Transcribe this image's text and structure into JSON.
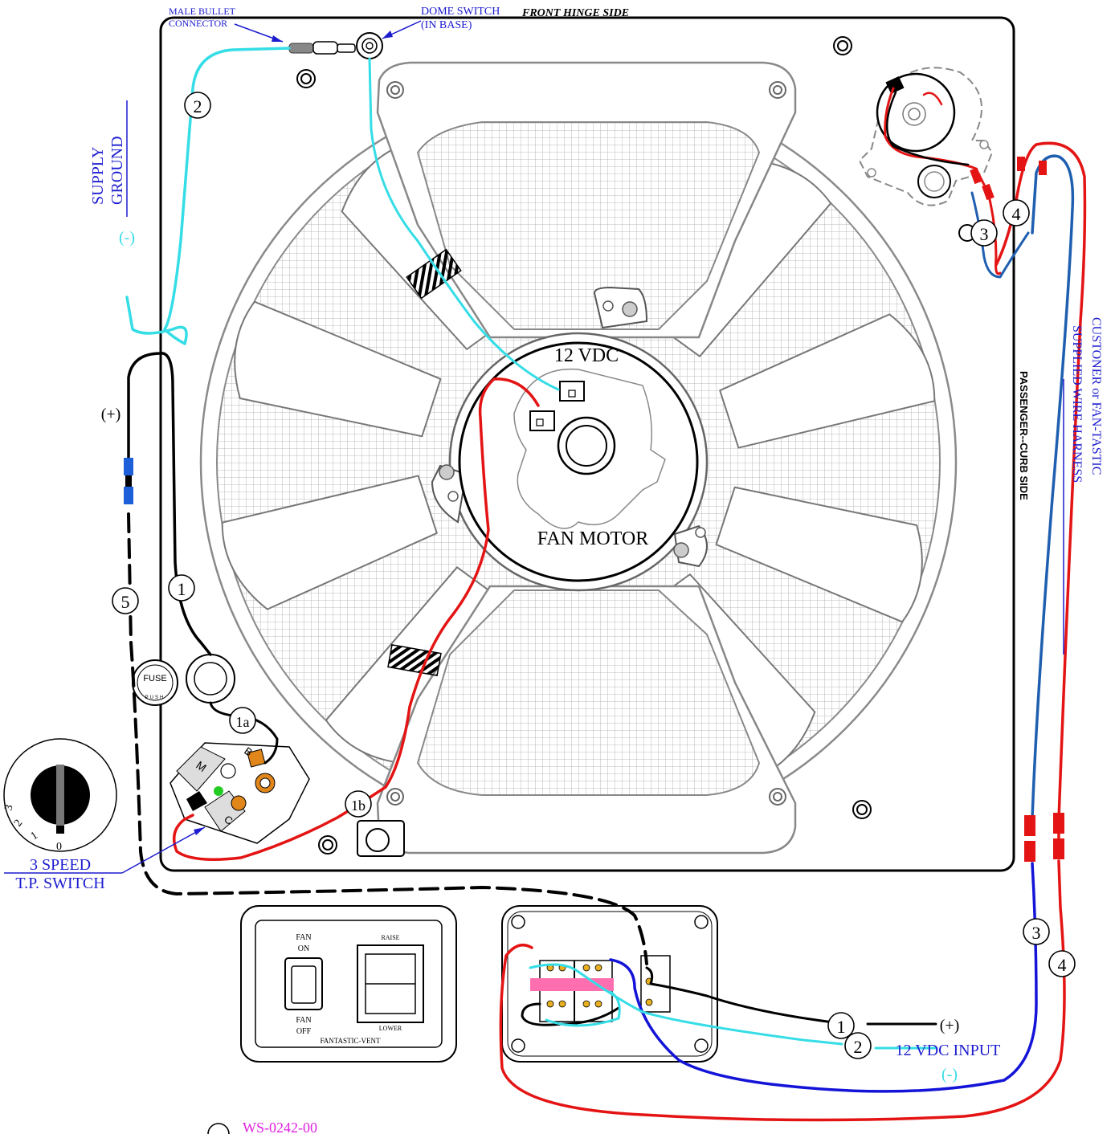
{
  "colors": {
    "wire_black": "#000000",
    "wire_cyan": "#35dde6",
    "wire_red": "#e41414",
    "wire_blue": "#1414d8",
    "wire_harness_blue": "#1f5fb0",
    "label_blue": "#1c1ccf",
    "label_magenta": "#e020e0",
    "fan_gray": "#9a9a9a",
    "pink_connector": "#ff6fb0",
    "green_terminal": "#22cc22"
  },
  "icons": [
    "fuse-icon",
    "rotary-knob-icon",
    "rocker-switch-icon",
    "bullet-connector-icon",
    "screw-hole-icon",
    "tape-marker-icon"
  ],
  "labels": {
    "male_bullet": [
      "MALE BULLET",
      "CONNECTOR"
    ],
    "dome_switch": [
      "DOME SWITCH",
      "(IN BASE)"
    ],
    "front_hinge": "FRONT HINGE SIDE",
    "supply_ground": [
      "SUPPLY",
      "GROUND"
    ],
    "minus": "(-)",
    "plus": "(+)",
    "motor_voltage": "12 VDC",
    "fan_motor": "FAN MOTOR",
    "passenger_side": "PASSENGER--CURB SIDE",
    "harness": [
      "CUSTONER or FAN-TASTIC",
      "SUPPLIED WIRE HARNESS"
    ],
    "fuse_text": "FUSE",
    "fuse_push": "PUSH",
    "switch_title": [
      "3 SPEED",
      "T.P. SWITCH"
    ],
    "input_voltage": "12 VDC INPUT",
    "input_plus": "(+)",
    "input_minus": "(-)",
    "part_number": "WS-0242-00",
    "knob_positions": [
      "3",
      "2",
      "1",
      "0"
    ],
    "switch_letters": [
      "M",
      "B",
      "C"
    ]
  },
  "wire_numbers": {
    "w1": "1",
    "w1a": "1a",
    "w1b": "1b",
    "w2": "2",
    "w3": "3",
    "w4": "4",
    "w5": "5"
  },
  "wall_panel": {
    "fan_on": [
      "FAN",
      "ON"
    ],
    "fan_off": [
      "FAN",
      "OFF"
    ],
    "raise": "RAISE",
    "lower": "LOWER",
    "brand": "FANTASTIC-VENT"
  }
}
